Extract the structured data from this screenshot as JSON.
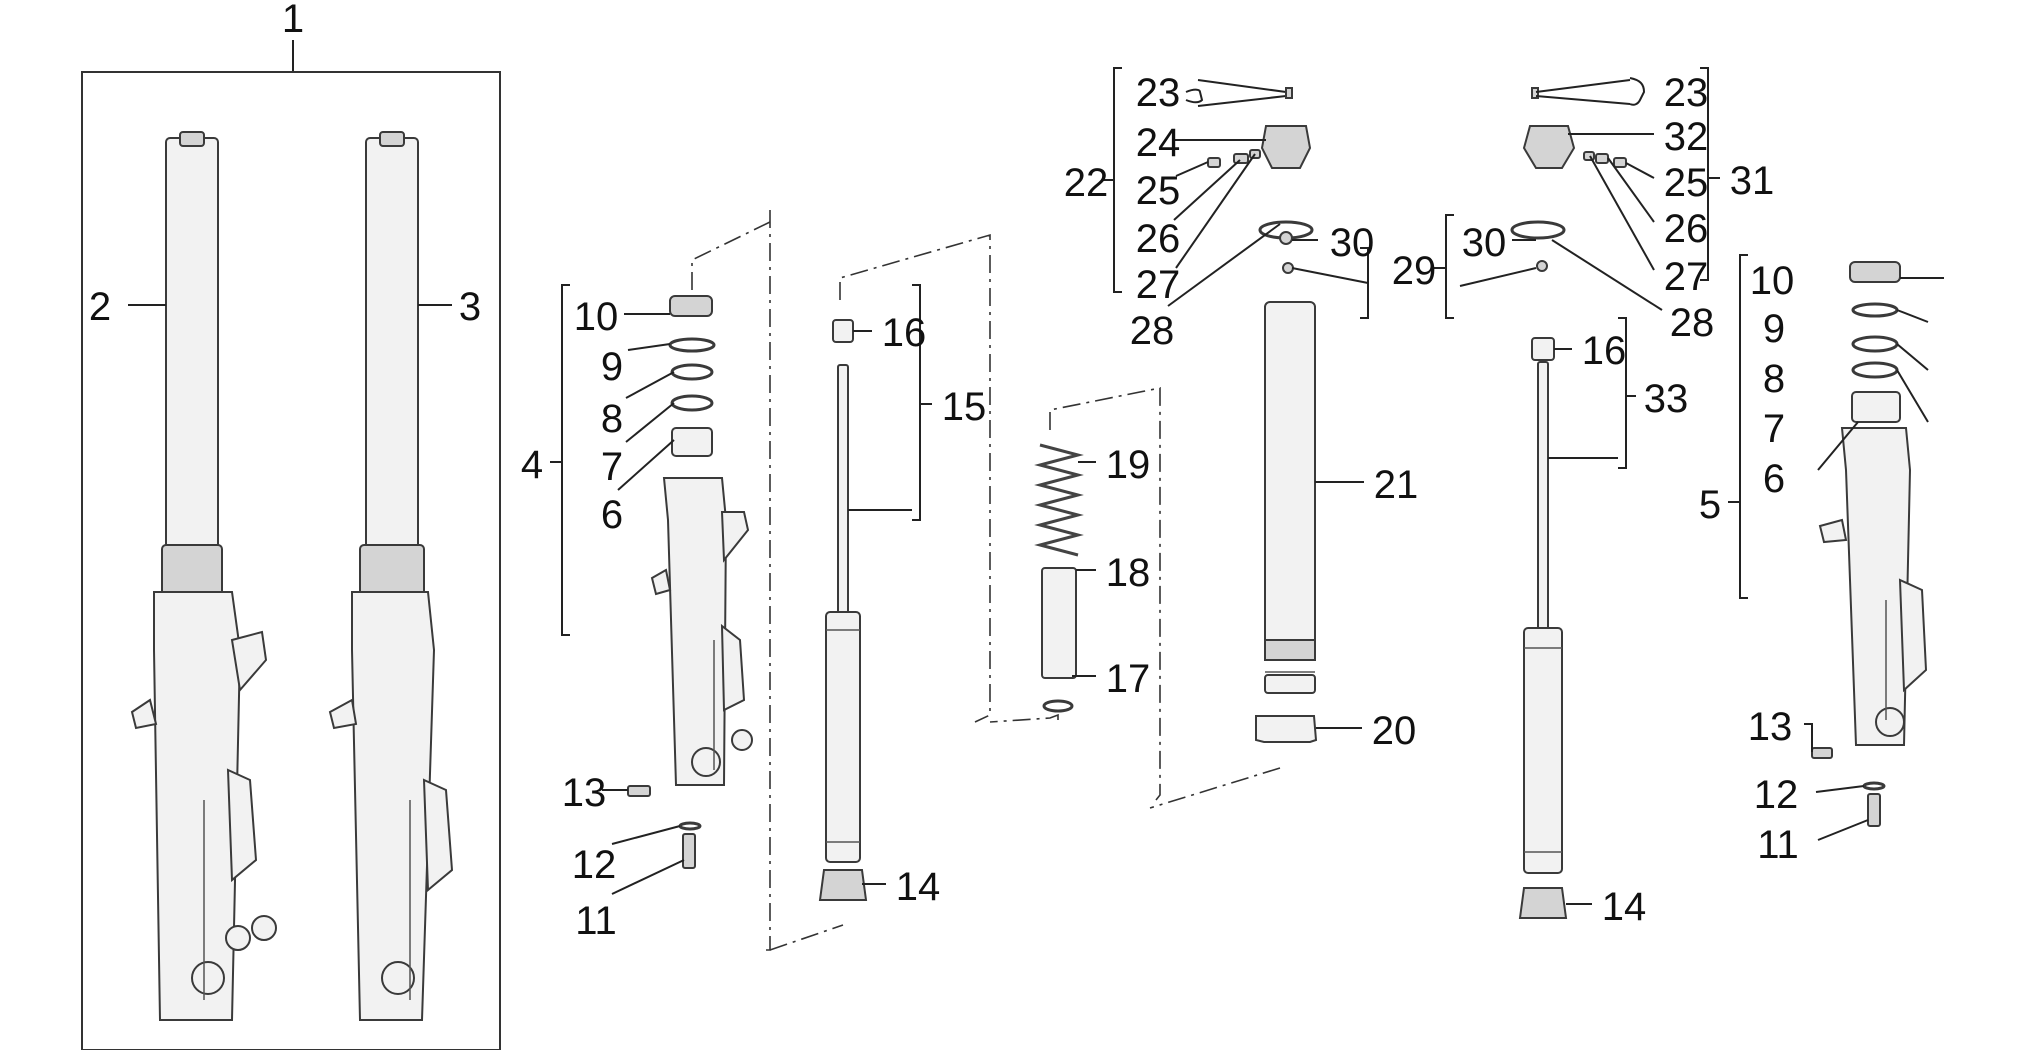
{
  "diagram": {
    "labels": [
      "1",
      "2",
      "3",
      "4",
      "5",
      "6",
      "7",
      "8",
      "9",
      "10",
      "11",
      "12",
      "13",
      "14",
      "15",
      "16",
      "17",
      "18",
      "19",
      "20",
      "21",
      "22",
      "23",
      "24",
      "25",
      "26",
      "27",
      "28",
      "29",
      "30",
      "31",
      "32",
      "33"
    ]
  }
}
